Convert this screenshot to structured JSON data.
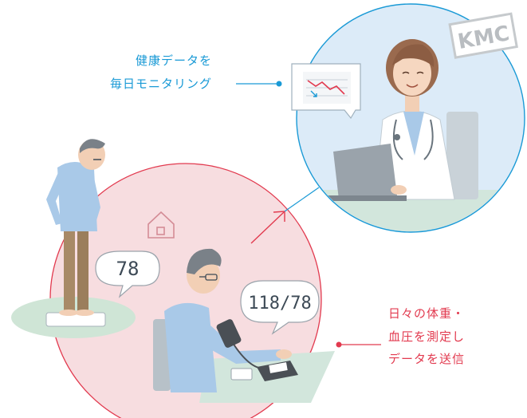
{
  "captions": {
    "monitoring": [
      "健康データを",
      "毎日モニタリング"
    ],
    "sending": [
      "日々の体重・",
      "血圧を測定し",
      "データを送信"
    ]
  },
  "bubbles": {
    "weight": "78",
    "blood_pressure": "118/78"
  },
  "logo": "KMC",
  "colors": {
    "blue_accent": "#1a9ad6",
    "red_accent": "#e23a4f",
    "home_circle_fill": "#f7dde0",
    "doctor_circle_fill": "#dcebf8",
    "floor_mat": "#cfe5d6"
  }
}
